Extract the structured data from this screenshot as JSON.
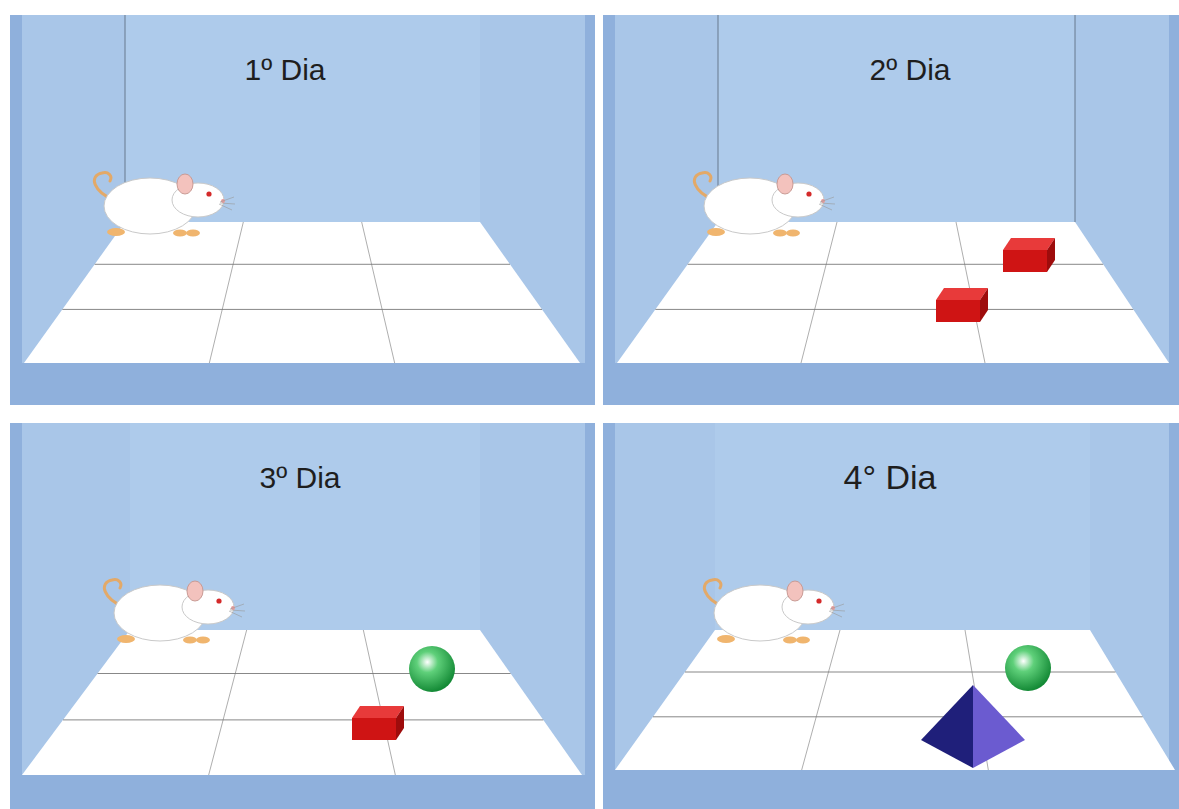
{
  "diagram": {
    "nodes": [
      {
        "text": [
          "1º Dia"
        ]
      },
      {
        "text": [
          "2º Dia"
        ]
      },
      {
        "text": [
          "3º Dia"
        ]
      },
      {
        "text": [
          "4° Dia"
        ]
      }
    ]
  }
}
